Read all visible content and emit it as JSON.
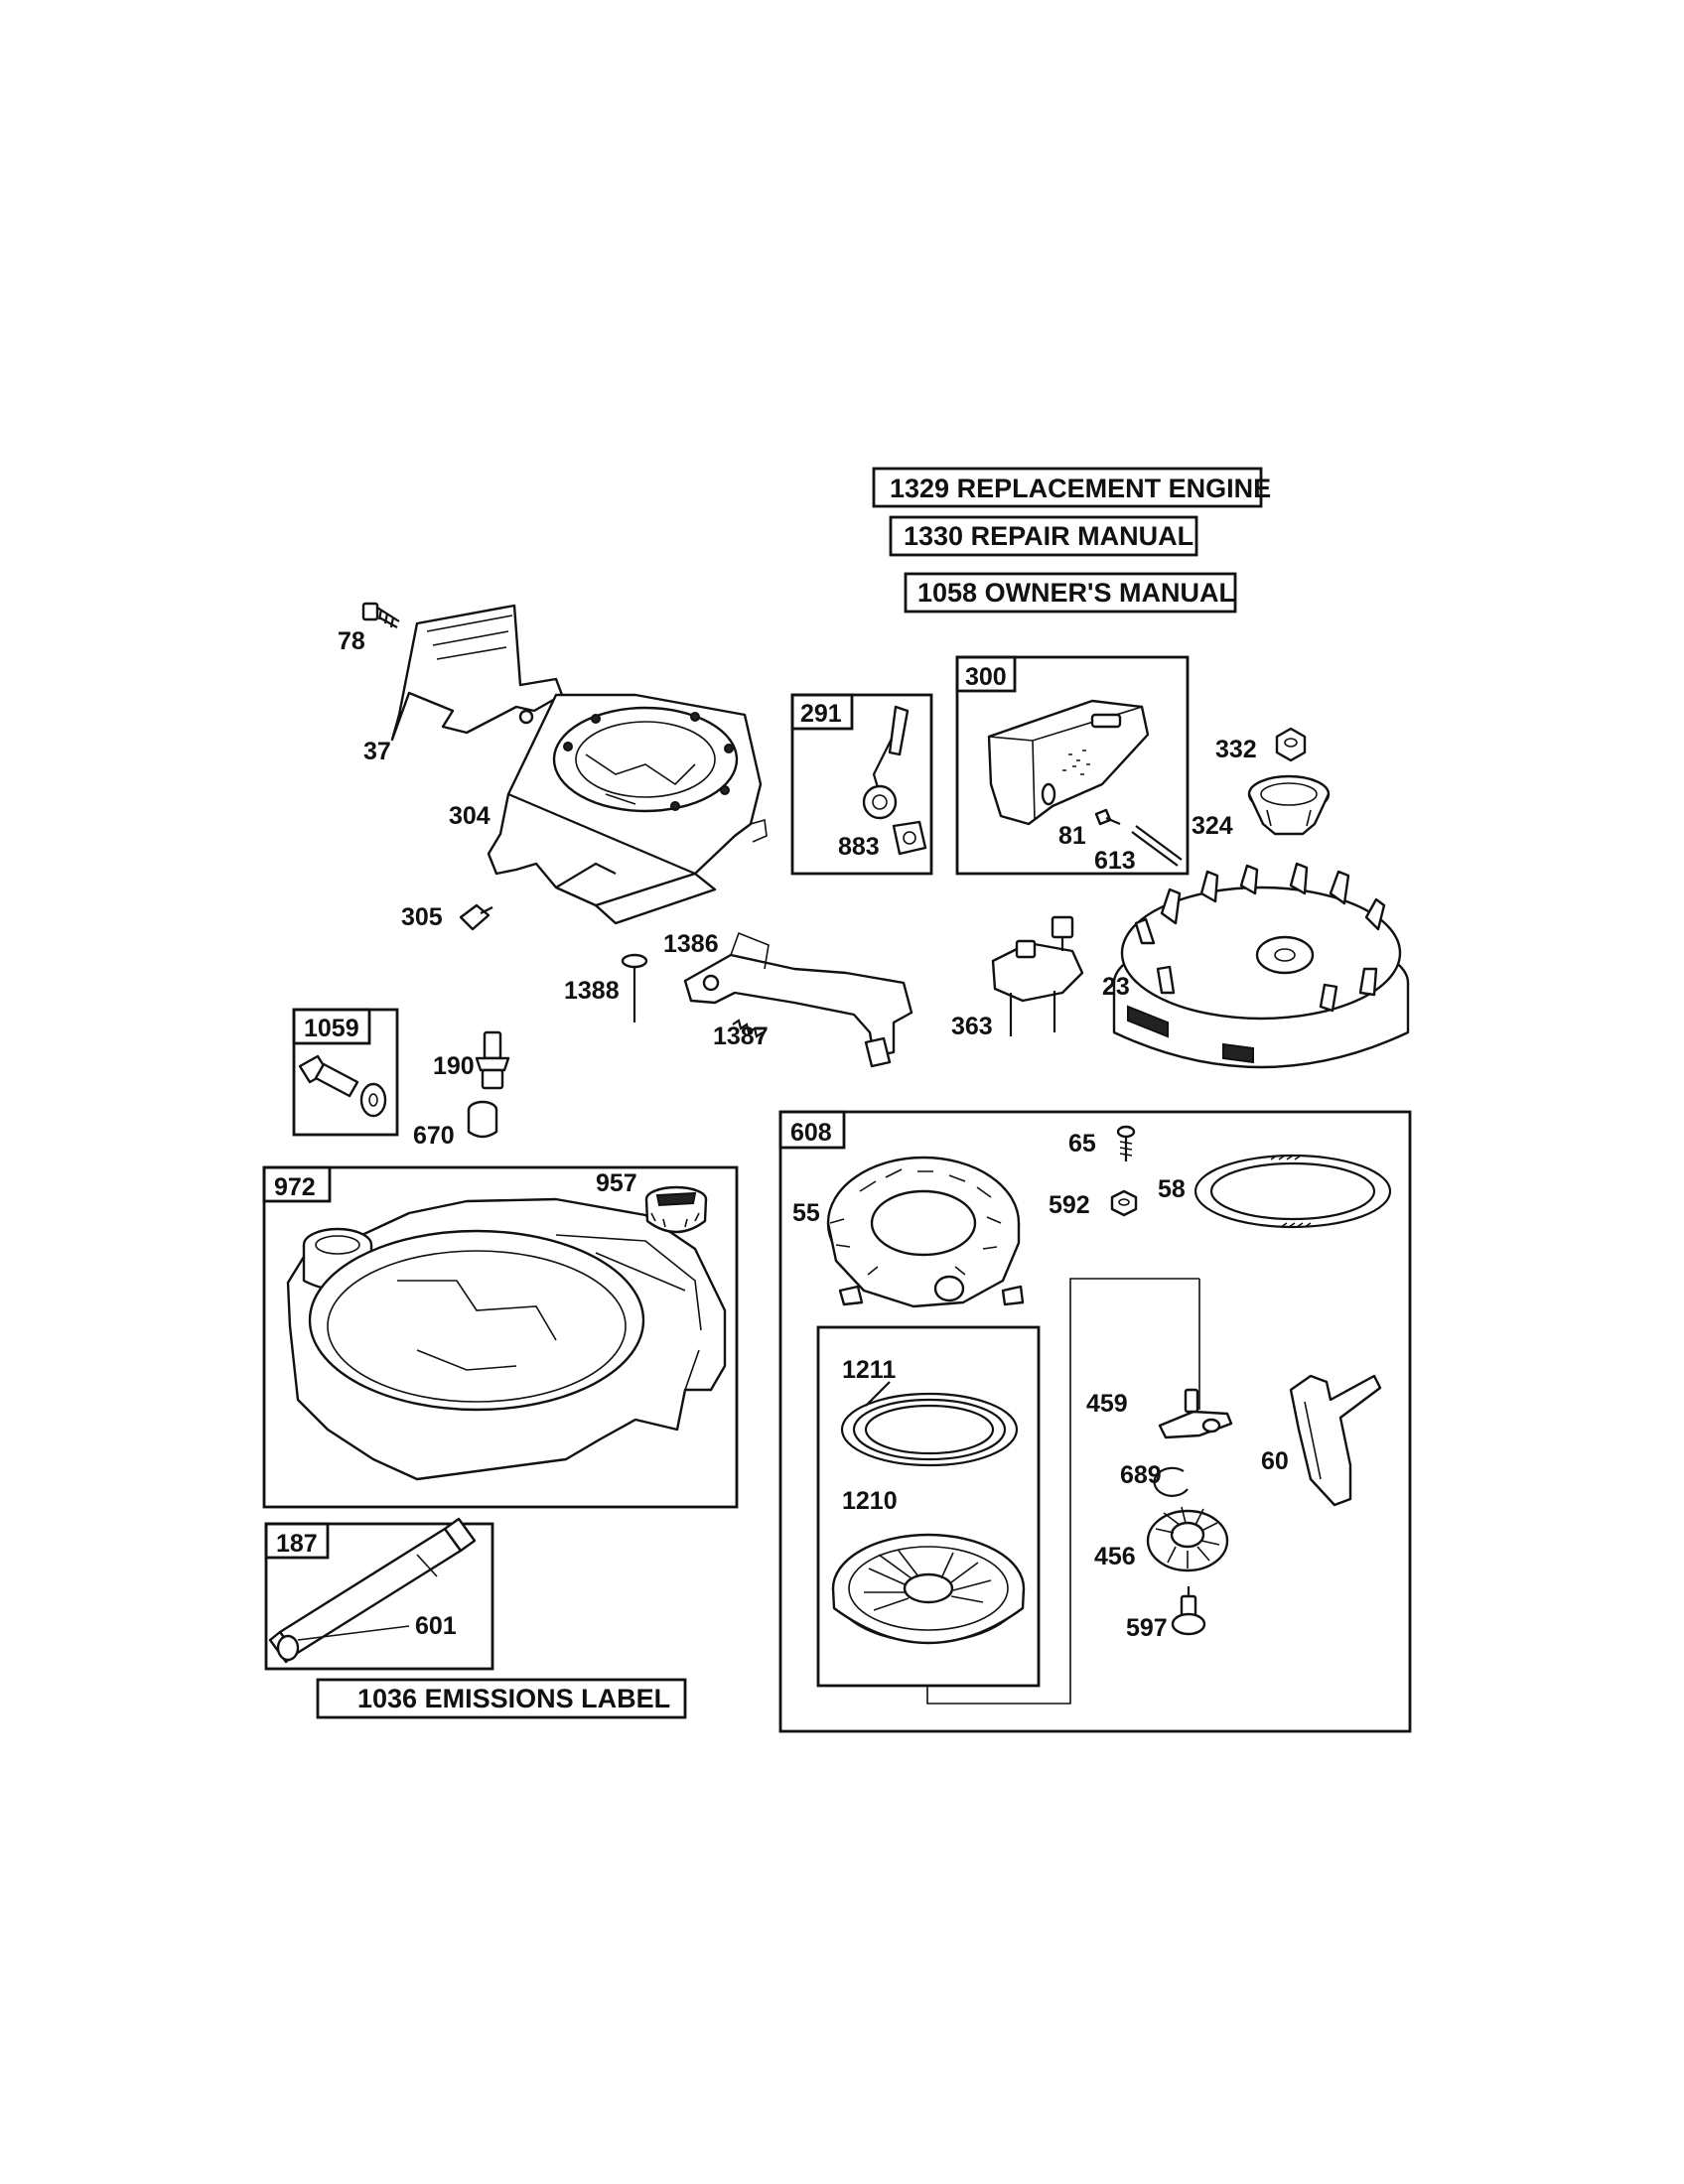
{
  "title_boxes": {
    "replacement_engine": "1329 REPLACEMENT ENGINE",
    "repair_manual": "1330 REPAIR MANUAL",
    "owners_manual": "1058 OWNER'S MANUAL",
    "emissions_label": "1036 EMISSIONS LABEL"
  },
  "kits": {
    "k291": "291",
    "k300": "300",
    "k1059": "1059",
    "k972": "972",
    "k187": "187",
    "k608": "608"
  },
  "parts": {
    "p78": "78",
    "p37": "37",
    "p304": "304",
    "p305": "305",
    "p883": "883",
    "p81": "81",
    "p613": "613",
    "p332": "332",
    "p324": "324",
    "p1386": "1386",
    "p1388": "1388",
    "p1387": "1387",
    "p363": "363",
    "p23": "23",
    "p190": "190",
    "p670": "670",
    "p957": "957",
    "p601": "601",
    "p65": "65",
    "p55": "55",
    "p592": "592",
    "p58": "58",
    "p1211": "1211",
    "p1210": "1210",
    "p459": "459",
    "p689": "689",
    "p60": "60",
    "p456": "456",
    "p597": "597"
  }
}
